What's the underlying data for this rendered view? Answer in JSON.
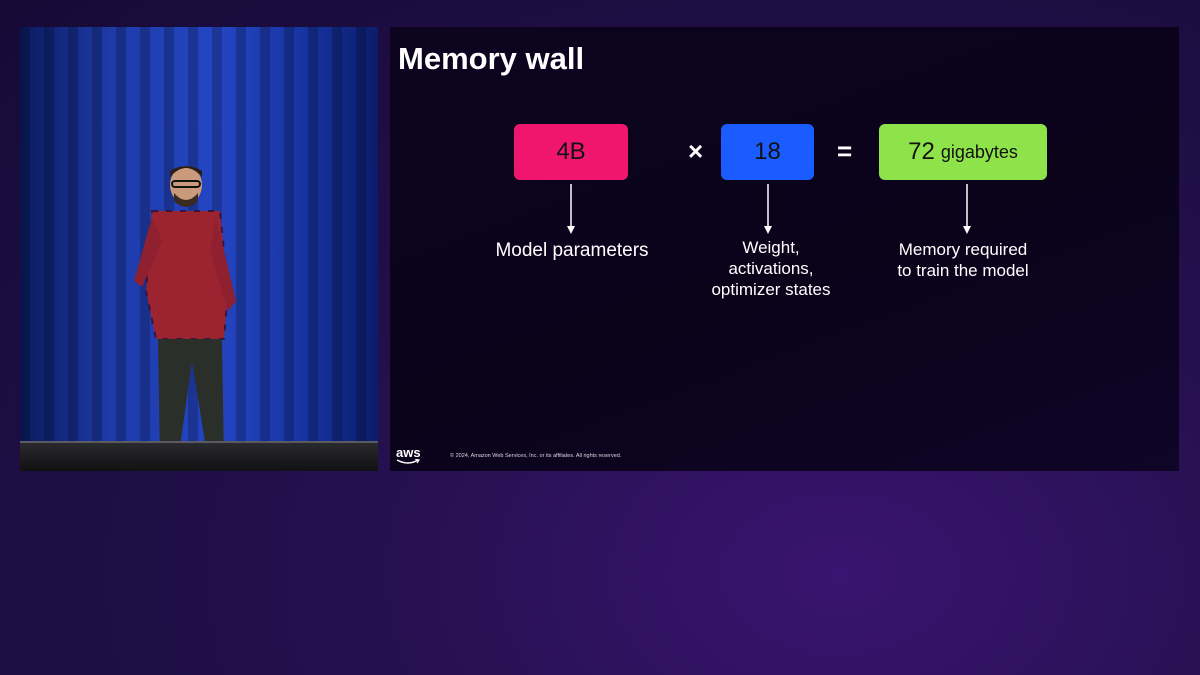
{
  "slide": {
    "title": "Memory wall",
    "parameters": {
      "value": "4B",
      "label": "Model parameters"
    },
    "multiplier": {
      "value": "18",
      "label_lines": [
        "Weight,",
        "activations,",
        "optimizer states"
      ]
    },
    "result": {
      "value": "72",
      "unit": "gigabytes",
      "label_lines": [
        "Memory required",
        "to train the model"
      ]
    },
    "operators": {
      "times": "×",
      "equals": "="
    },
    "colors": {
      "parameters": "#f0166e",
      "multiplier": "#1a5cff",
      "result": "#8fe34a"
    },
    "footer": {
      "logo": "aws",
      "copyright": "© 2024, Amazon Web Services, Inc. or its affiliates. All rights reserved."
    }
  }
}
